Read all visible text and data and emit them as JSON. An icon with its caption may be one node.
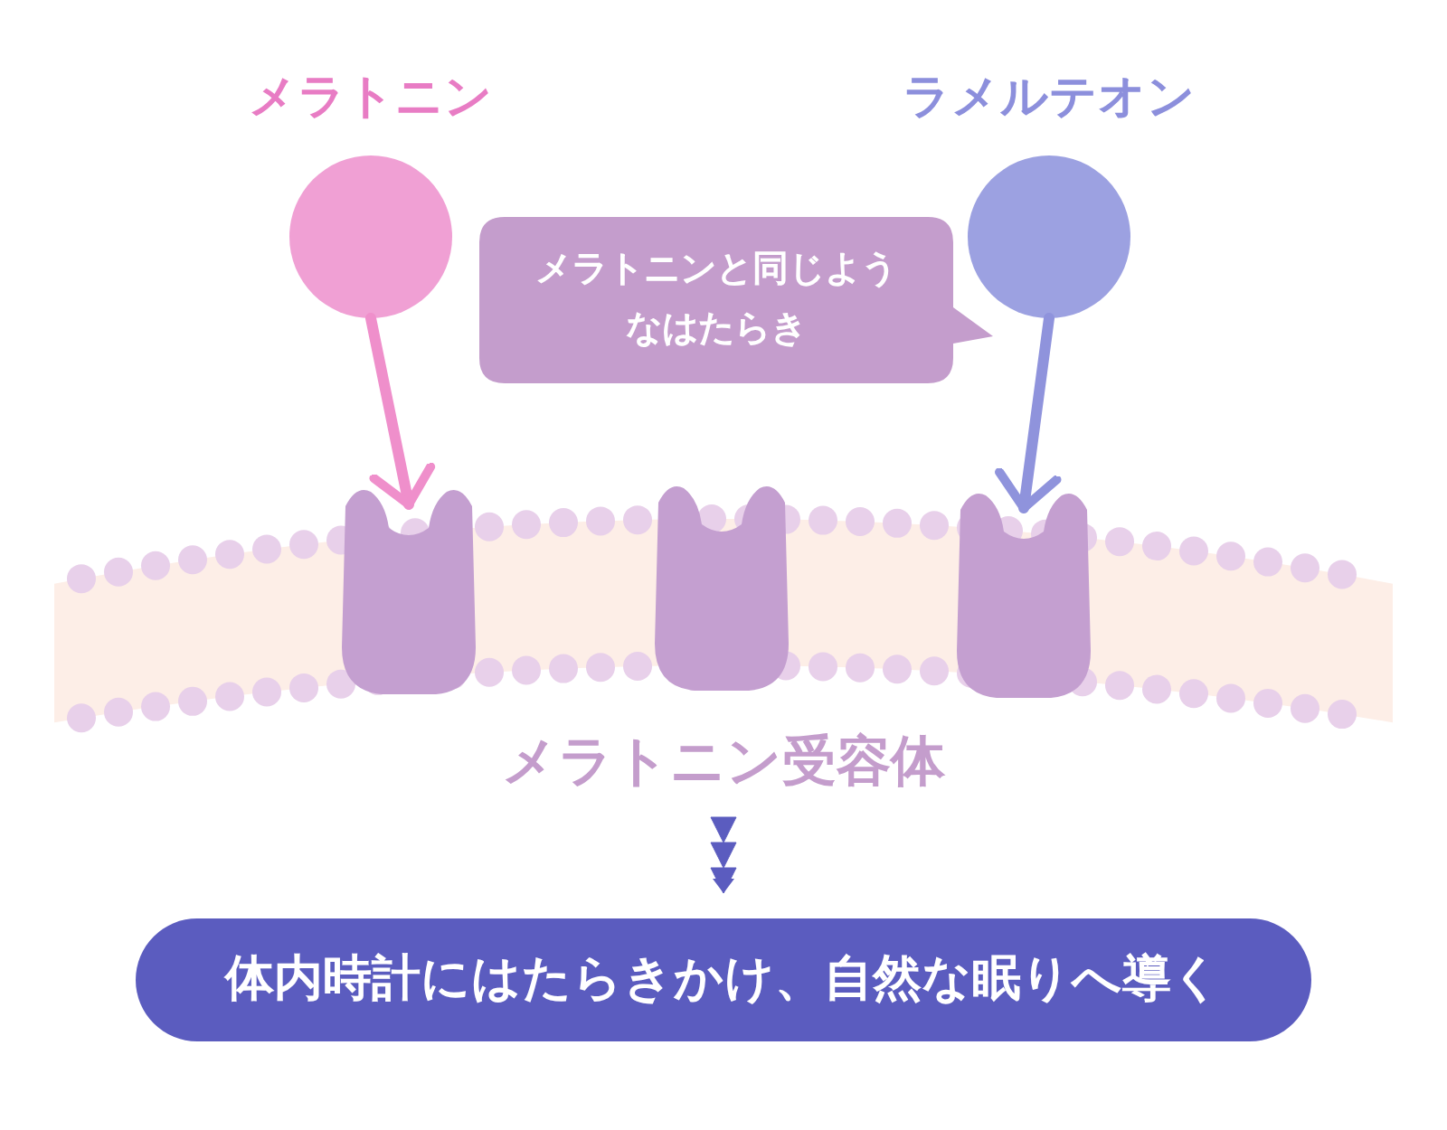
{
  "diagram": {
    "nodes": [
      {
        "text": [
          "メラトニン"
        ]
      },
      {
        "text": [
          "ラメルテオン"
        ]
      },
      {
        "text": [
          "メラトニンと同じようなはたらき"
        ]
      },
      {
        "text": [],
        "shape": "receptor"
      },
      {
        "text": [],
        "shape": "receptor"
      },
      {
        "text": [],
        "shape": "receptor"
      },
      {
        "text": [
          "メラトニン受容体"
        ]
      },
      {
        "text": [
          "体内時計にはたらきかけ、自然な眠りへ導く"
        ]
      }
    ],
    "edges": [
      {
        "from": 0,
        "to": 3,
        "arrow": "to",
        "color": "#ef8fcb"
      },
      {
        "from": 1,
        "to": 5,
        "arrow": "to",
        "color": "#8f93dc"
      },
      {
        "from": 6,
        "to": 7,
        "arrow": "to",
        "color": "#5b5cbf"
      }
    ]
  }
}
